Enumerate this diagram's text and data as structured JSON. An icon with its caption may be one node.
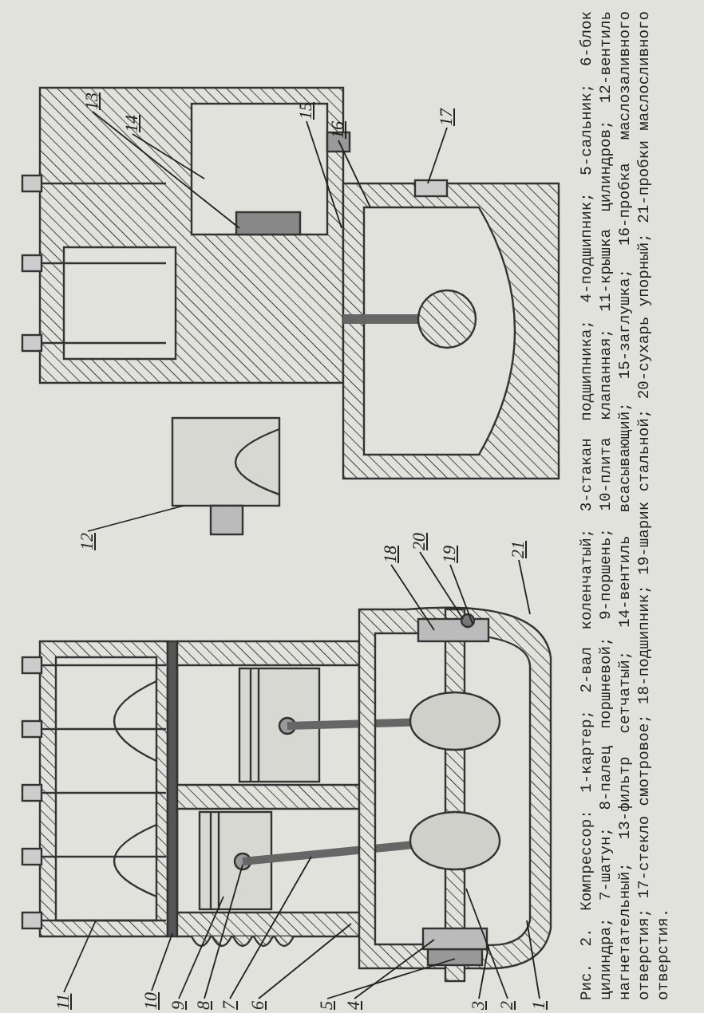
{
  "diagram": {
    "caption": "Рис. 2. Компрессор: 1-картер; 2-вал коленчатый; 3-стакан подшипника; 4-подшипник; 5-сальник; 6-блок цилиндра; 7-шатун; 8-палец поршневой; 9-поршень; 10-плита клапанная; 11-крышка цилиндров; 12-вентиль нагнетательный; 13-фильтр сетчатый; 14-вентиль всасывающий; 15-заглушка; 16-пробка маслозаливного отверстия; 17-стекло смотровое; 18-подшипник; 19-шарик стальной; 20-сухарь упорный; 21-пробки маслосливного отверстия.",
    "nodes": [
      {
        "text": [
          "1"
        ]
      },
      {
        "text": [
          "2"
        ]
      },
      {
        "text": [
          "3"
        ]
      },
      {
        "text": [
          "4"
        ]
      },
      {
        "text": [
          "5"
        ]
      },
      {
        "text": [
          "6"
        ]
      },
      {
        "text": [
          "7"
        ]
      },
      {
        "text": [
          "8"
        ]
      },
      {
        "text": [
          "9"
        ]
      },
      {
        "text": [
          "10"
        ]
      },
      {
        "text": [
          "11"
        ]
      },
      {
        "text": [
          "12"
        ]
      },
      {
        "text": [
          "13"
        ]
      },
      {
        "text": [
          "14"
        ]
      },
      {
        "text": [
          "15"
        ]
      },
      {
        "text": [
          "16"
        ]
      },
      {
        "text": [
          "17"
        ]
      },
      {
        "text": [
          "18"
        ]
      },
      {
        "text": [
          "19"
        ]
      },
      {
        "text": [
          "20"
        ]
      },
      {
        "text": [
          "21"
        ]
      }
    ],
    "edges": [
      {
        "from": 0,
        "to": null,
        "arrow": "none"
      },
      {
        "from": 1,
        "to": null,
        "arrow": "none"
      },
      {
        "from": 2,
        "to": null,
        "arrow": "none"
      },
      {
        "from": 3,
        "to": null,
        "arrow": "none"
      },
      {
        "from": 4,
        "to": null,
        "arrow": "none"
      },
      {
        "from": 5,
        "to": null,
        "arrow": "none"
      },
      {
        "from": 6,
        "to": null,
        "arrow": "none"
      },
      {
        "from": 7,
        "to": null,
        "arrow": "none"
      },
      {
        "from": 8,
        "to": null,
        "arrow": "none"
      },
      {
        "from": 9,
        "to": null,
        "arrow": "none"
      },
      {
        "from": 10,
        "to": null,
        "arrow": "none"
      },
      {
        "from": 11,
        "to": null,
        "arrow": "none"
      },
      {
        "from": 12,
        "to": null,
        "arrow": "none"
      },
      {
        "from": 13,
        "to": null,
        "arrow": "none"
      },
      {
        "from": 14,
        "to": null,
        "arrow": "none"
      },
      {
        "from": 15,
        "to": null,
        "arrow": "none"
      },
      {
        "from": 16,
        "to": null,
        "arrow": "none"
      },
      {
        "from": 17,
        "to": null,
        "arrow": "none"
      },
      {
        "from": 18,
        "to": null,
        "arrow": "none"
      },
      {
        "from": 19,
        "to": null,
        "arrow": "none"
      },
      {
        "from": 20,
        "to": null,
        "arrow": "none"
      }
    ]
  }
}
